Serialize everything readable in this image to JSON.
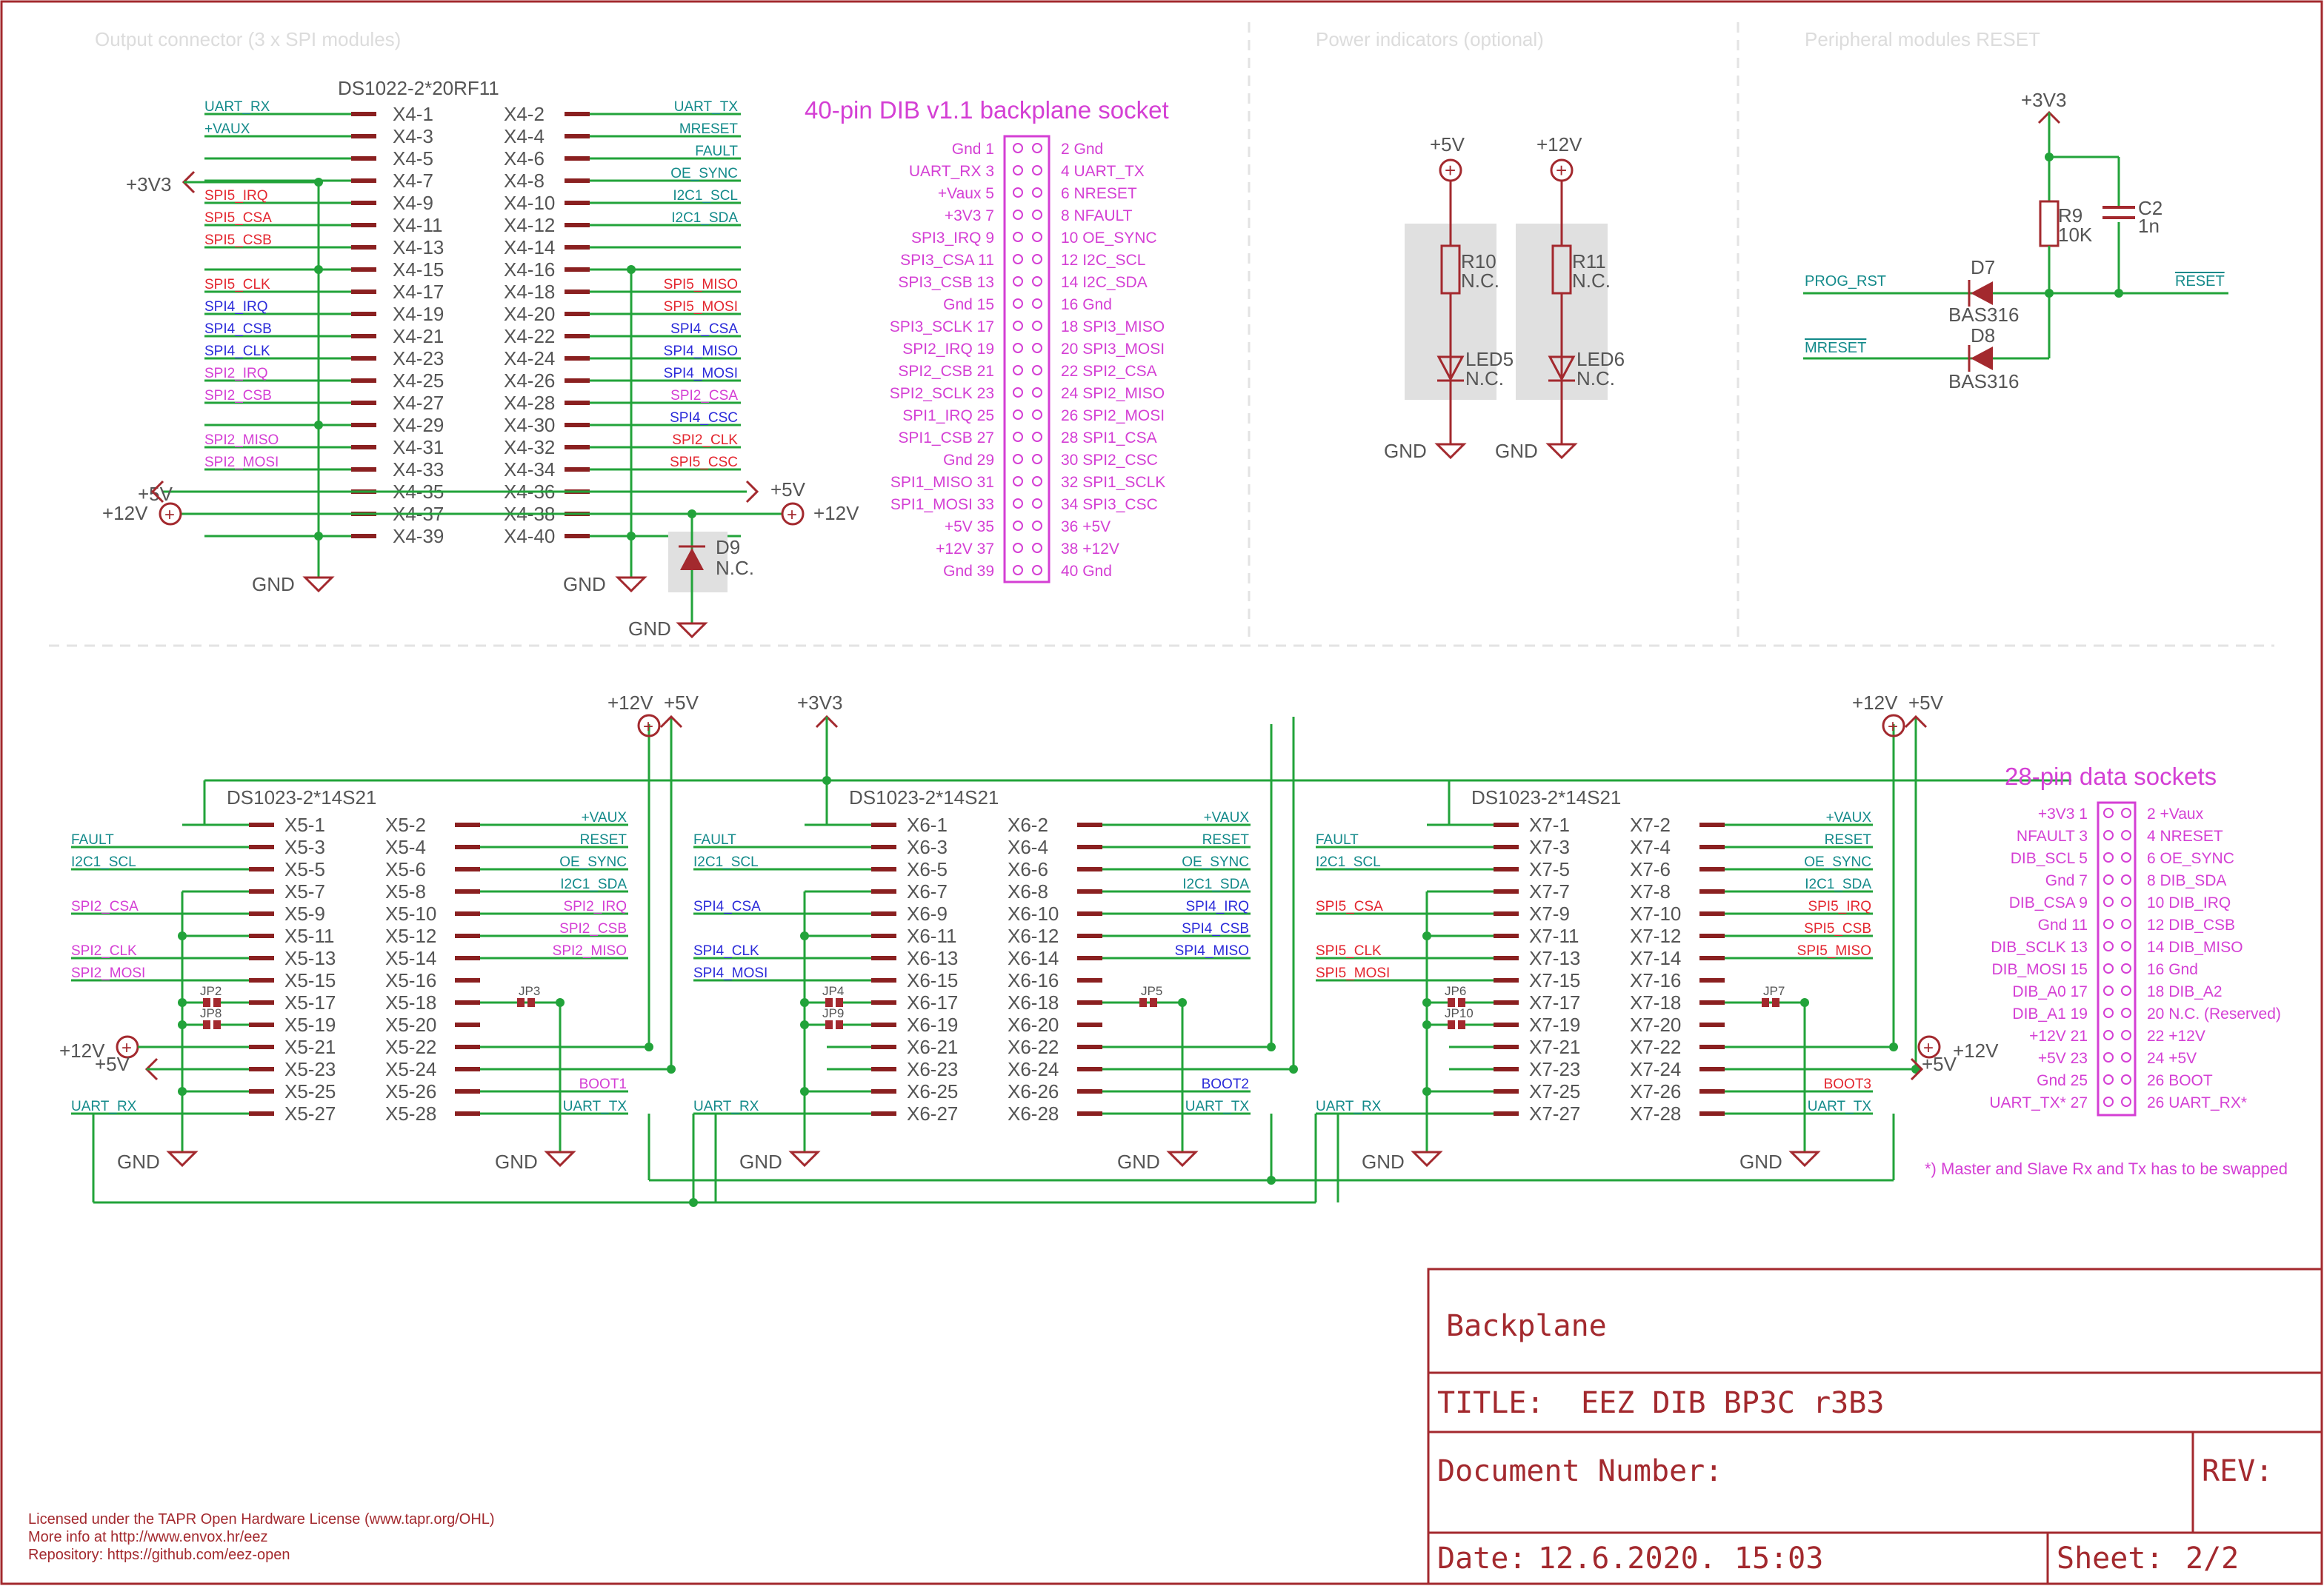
{
  "sections": {
    "output": "Output connector (3 x SPI modules)",
    "power": "Power indicators (optional)",
    "reset": "Peripheral modules RESET"
  },
  "x4": {
    "part": "DS1022-2*20RF11",
    "left_pins": [
      "X4-1",
      "X4-3",
      "X4-5",
      "X4-7",
      "X4-9",
      "X4-11",
      "X4-13",
      "X4-15",
      "X4-17",
      "X4-19",
      "X4-21",
      "X4-23",
      "X4-25",
      "X4-27",
      "X4-29",
      "X4-31",
      "X4-33",
      "X4-35",
      "X4-37",
      "X4-39"
    ],
    "right_pins": [
      "X4-2",
      "X4-4",
      "X4-6",
      "X4-8",
      "X4-10",
      "X4-12",
      "X4-14",
      "X4-16",
      "X4-18",
      "X4-20",
      "X4-22",
      "X4-24",
      "X4-26",
      "X4-28",
      "X4-30",
      "X4-32",
      "X4-34",
      "X4-36",
      "X4-38",
      "X4-40"
    ],
    "left_nets": [
      {
        "text": "UART_RX",
        "color": "#138a8a"
      },
      {
        "text": "+VAUX",
        "color": "#138a8a"
      },
      {
        "text": "",
        "color": ""
      },
      {
        "text": "",
        "color": ""
      },
      {
        "text": "SPI5_IRQ",
        "color": "#e3262f"
      },
      {
        "text": "SPI5_CSA",
        "color": "#e3262f"
      },
      {
        "text": "SPI5_CSB",
        "color": "#e3262f"
      },
      {
        "text": "",
        "color": ""
      },
      {
        "text": "SPI5_CLK",
        "color": "#e3262f"
      },
      {
        "text": "SPI4_IRQ",
        "color": "#2b2bd9"
      },
      {
        "text": "SPI4_CSB",
        "color": "#2b2bd9"
      },
      {
        "text": "SPI4_CLK",
        "color": "#2b2bd9"
      },
      {
        "text": "SPI2_IRQ",
        "color": "#d43fd4"
      },
      {
        "text": "SPI2_CSB",
        "color": "#d43fd4"
      },
      {
        "text": "",
        "color": ""
      },
      {
        "text": "SPI2_MISO",
        "color": "#d43fd4"
      },
      {
        "text": "SPI2_MOSI",
        "color": "#d43fd4"
      },
      {
        "text": "",
        "color": ""
      },
      {
        "text": "",
        "color": ""
      },
      {
        "text": "",
        "color": ""
      }
    ],
    "right_nets": [
      {
        "text": "UART_TX",
        "color": "#138a8a"
      },
      {
        "text": "MRESET",
        "color": "#138a8a"
      },
      {
        "text": "FAULT",
        "color": "#138a8a"
      },
      {
        "text": "OE_SYNC",
        "color": "#138a8a"
      },
      {
        "text": "I2C1_SCL",
        "color": "#138a8a"
      },
      {
        "text": "I2C1_SDA",
        "color": "#138a8a"
      },
      {
        "text": "",
        "color": ""
      },
      {
        "text": "",
        "color": ""
      },
      {
        "text": "SPI5_MISO",
        "color": "#e3262f"
      },
      {
        "text": "SPI5_MOSI",
        "color": "#e3262f"
      },
      {
        "text": "SPI4_CSA",
        "color": "#2b2bd9"
      },
      {
        "text": "SPI4_MISO",
        "color": "#2b2bd9"
      },
      {
        "text": "SPI4_MOSI",
        "color": "#2b2bd9"
      },
      {
        "text": "SPI2_CSA",
        "color": "#d43fd4"
      },
      {
        "text": "SPI4_CSC",
        "color": "#2b2bd9"
      },
      {
        "text": "SPI2_CLK",
        "color": "#e3262f"
      },
      {
        "text": "SPI5_CSC",
        "color": "#e3262f"
      },
      {
        "text": "",
        "color": ""
      },
      {
        "text": "",
        "color": ""
      },
      {
        "text": "",
        "color": ""
      }
    ],
    "p3v3": "+3V3",
    "p5v": "+5V",
    "p12v": "+12V",
    "p12v_r": "+12V",
    "p5v_r": "+5V",
    "gnd1": "GND",
    "gnd2": "GND",
    "gnd3": "GND",
    "d9": "D9",
    "d9_val": "N.C."
  },
  "dib40": {
    "title": "40-pin DIB v1.1 backplane socket",
    "left": [
      "Gnd 1",
      "UART_RX 3",
      "+Vaux 5",
      "+3V3 7",
      "SPI3_IRQ 9",
      "SPI3_CSA 11",
      "SPI3_CSB 13",
      "Gnd 15",
      "SPI3_SCLK 17",
      "SPI2_IRQ 19",
      "SPI2_CSB 21",
      "SPI2_SCLK 23",
      "SPI1_IRQ 25",
      "SPI1_CSB 27",
      "Gnd 29",
      "SPI1_MISO 31",
      "SPI1_MOSI 33",
      "+5V 35",
      "+12V 37",
      "Gnd 39"
    ],
    "right": [
      "2 Gnd",
      "4 UART_TX",
      "6 NRESET",
      "8 NFAULT",
      "10 OE_SYNC",
      "12 I2C_SCL",
      "14 I2C_SDA",
      "16 Gnd",
      "18 SPI3_MISO",
      "20 SPI3_MOSI",
      "22 SPI2_CSA",
      "24 SPI2_MISO",
      "26 SPI2_MOSI",
      "28 SPI1_CSA",
      "30 SPI2_CSC",
      "32 SPI1_SCLK",
      "34 SPI3_CSC",
      "36 +5V",
      "38 +12V",
      "40 Gnd"
    ]
  },
  "power": {
    "p5v": "+5V",
    "p12v": "+12V",
    "r10": "R10",
    "r10_val": "N.C.",
    "r11": "R11",
    "r11_val": "N.C.",
    "led5": "LED5",
    "led5_val": "N.C.",
    "led6": "LED6",
    "led6_val": "N.C.",
    "gnd1": "GND",
    "gnd2": "GND"
  },
  "reset": {
    "p3v3": "+3V3",
    "r9": "R9",
    "r9_val": "10K",
    "c2": "C2",
    "c2_val": "1n",
    "d7": "D7",
    "d7_val": "BAS316",
    "d8": "D8",
    "d8_val": "BAS316",
    "prog_rst": "PROG_RST",
    "mreset": "MRESET",
    "reset": "RESET"
  },
  "modules": [
    {
      "part": "DS1023-2*14S21",
      "left_pins": [
        "X5-1",
        "X5-3",
        "X5-5",
        "X5-7",
        "X5-9",
        "X5-11",
        "X5-13",
        "X5-15",
        "X5-17",
        "X5-19",
        "X5-21",
        "X5-23",
        "X5-25",
        "X5-27"
      ],
      "right_pins": [
        "X5-2",
        "X5-4",
        "X5-6",
        "X5-8",
        "X5-10",
        "X5-12",
        "X5-14",
        "X5-16",
        "X5-18",
        "X5-20",
        "X5-22",
        "X5-24",
        "X5-26",
        "X5-28"
      ],
      "left_nets": [
        {
          "text": "",
          "color": ""
        },
        {
          "text": "FAULT",
          "color": "#138a8a"
        },
        {
          "text": "I2C1_SCL",
          "color": "#138a8a"
        },
        {
          "text": "",
          "color": ""
        },
        {
          "text": "SPI2_CSA",
          "color": "#d43fd4"
        },
        {
          "text": "",
          "color": ""
        },
        {
          "text": "SPI2_CLK",
          "color": "#d43fd4"
        },
        {
          "text": "SPI2_MOSI",
          "color": "#d43fd4"
        },
        {
          "text": "",
          "color": ""
        },
        {
          "text": "",
          "color": ""
        },
        {
          "text": "",
          "color": ""
        },
        {
          "text": "",
          "color": ""
        },
        {
          "text": "",
          "color": ""
        },
        {
          "text": "UART_RX",
          "color": "#138a8a"
        }
      ],
      "right_nets": [
        {
          "text": "+VAUX",
          "color": "#138a8a"
        },
        {
          "text": "RESET",
          "color": "#138a8a"
        },
        {
          "text": "OE_SYNC",
          "color": "#138a8a"
        },
        {
          "text": "I2C1_SDA",
          "color": "#138a8a"
        },
        {
          "text": "SPI2_IRQ",
          "color": "#d43fd4"
        },
        {
          "text": "SPI2_CSB",
          "color": "#d43fd4"
        },
        {
          "text": "SPI2_MISO",
          "color": "#d43fd4"
        },
        {
          "text": "",
          "color": ""
        },
        {
          "text": "",
          "color": ""
        },
        {
          "text": "",
          "color": ""
        },
        {
          "text": "",
          "color": ""
        },
        {
          "text": "",
          "color": ""
        },
        {
          "text": "BOOT1",
          "color": "#d43fd4"
        },
        {
          "text": "UART_TX",
          "color": "#138a8a"
        }
      ],
      "jp_a": "JP2",
      "jp_b": "JP8",
      "jp_c": "JP3",
      "gnd_l": "GND",
      "gnd_r": "GND",
      "p12v": "+12V",
      "p5v": "+5V",
      "rail_12v": "+12V",
      "rail_5v": "+5V"
    },
    {
      "part": "DS1023-2*14S21",
      "left_pins": [
        "X6-1",
        "X6-3",
        "X6-5",
        "X6-7",
        "X6-9",
        "X6-11",
        "X6-13",
        "X6-15",
        "X6-17",
        "X6-19",
        "X6-21",
        "X6-23",
        "X6-25",
        "X6-27"
      ],
      "right_pins": [
        "X6-2",
        "X6-4",
        "X6-6",
        "X6-8",
        "X6-10",
        "X6-12",
        "X6-14",
        "X6-16",
        "X6-18",
        "X6-20",
        "X6-22",
        "X6-24",
        "X6-26",
        "X6-28"
      ],
      "left_nets": [
        {
          "text": "",
          "color": ""
        },
        {
          "text": "FAULT",
          "color": "#138a8a"
        },
        {
          "text": "I2C1_SCL",
          "color": "#138a8a"
        },
        {
          "text": "",
          "color": ""
        },
        {
          "text": "SPI4_CSA",
          "color": "#2b2bd9"
        },
        {
          "text": "",
          "color": ""
        },
        {
          "text": "SPI4_CLK",
          "color": "#2b2bd9"
        },
        {
          "text": "SPI4_MOSI",
          "color": "#2b2bd9"
        },
        {
          "text": "",
          "color": ""
        },
        {
          "text": "",
          "color": ""
        },
        {
          "text": "",
          "color": ""
        },
        {
          "text": "",
          "color": ""
        },
        {
          "text": "",
          "color": ""
        },
        {
          "text": "UART_RX",
          "color": "#138a8a"
        }
      ],
      "right_nets": [
        {
          "text": "+VAUX",
          "color": "#138a8a"
        },
        {
          "text": "RESET",
          "color": "#138a8a"
        },
        {
          "text": "OE_SYNC",
          "color": "#138a8a"
        },
        {
          "text": "I2C1_SDA",
          "color": "#138a8a"
        },
        {
          "text": "SPI4_IRQ",
          "color": "#2b2bd9"
        },
        {
          "text": "SPI4_CSB",
          "color": "#2b2bd9"
        },
        {
          "text": "SPI4_MISO",
          "color": "#2b2bd9"
        },
        {
          "text": "",
          "color": ""
        },
        {
          "text": "",
          "color": ""
        },
        {
          "text": "",
          "color": ""
        },
        {
          "text": "",
          "color": ""
        },
        {
          "text": "",
          "color": ""
        },
        {
          "text": "BOOT2",
          "color": "#2b2bd9"
        },
        {
          "text": "UART_TX",
          "color": "#138a8a"
        }
      ],
      "jp_a": "JP4",
      "jp_b": "JP9",
      "jp_c": "JP5",
      "gnd_l": "GND",
      "gnd_r": "GND",
      "p3v3": "+3V3"
    },
    {
      "part": "DS1023-2*14S21",
      "left_pins": [
        "X7-1",
        "X7-3",
        "X7-5",
        "X7-7",
        "X7-9",
        "X7-11",
        "X7-13",
        "X7-15",
        "X7-17",
        "X7-19",
        "X7-21",
        "X7-23",
        "X7-25",
        "X7-27"
      ],
      "right_pins": [
        "X7-2",
        "X7-4",
        "X7-6",
        "X7-8",
        "X7-10",
        "X7-12",
        "X7-14",
        "X7-16",
        "X7-18",
        "X7-20",
        "X7-22",
        "X7-24",
        "X7-26",
        "X7-28"
      ],
      "left_nets": [
        {
          "text": "",
          "color": ""
        },
        {
          "text": "FAULT",
          "color": "#138a8a"
        },
        {
          "text": "I2C1_SCL",
          "color": "#138a8a"
        },
        {
          "text": "",
          "color": ""
        },
        {
          "text": "SPI5_CSA",
          "color": "#e3262f"
        },
        {
          "text": "",
          "color": ""
        },
        {
          "text": "SPI5_CLK",
          "color": "#e3262f"
        },
        {
          "text": "SPI5_MOSI",
          "color": "#e3262f"
        },
        {
          "text": "",
          "color": ""
        },
        {
          "text": "",
          "color": ""
        },
        {
          "text": "",
          "color": ""
        },
        {
          "text": "",
          "color": ""
        },
        {
          "text": "",
          "color": ""
        },
        {
          "text": "UART_RX",
          "color": "#138a8a"
        }
      ],
      "right_nets": [
        {
          "text": "+VAUX",
          "color": "#138a8a"
        },
        {
          "text": "RESET",
          "color": "#138a8a"
        },
        {
          "text": "OE_SYNC",
          "color": "#138a8a"
        },
        {
          "text": "I2C1_SDA",
          "color": "#138a8a"
        },
        {
          "text": "SPI5_IRQ",
          "color": "#e3262f"
        },
        {
          "text": "SPI5_CSB",
          "color": "#e3262f"
        },
        {
          "text": "SPI5_MISO",
          "color": "#e3262f"
        },
        {
          "text": "",
          "color": ""
        },
        {
          "text": "",
          "color": ""
        },
        {
          "text": "",
          "color": ""
        },
        {
          "text": "",
          "color": ""
        },
        {
          "text": "",
          "color": ""
        },
        {
          "text": "BOOT3",
          "color": "#e3262f"
        },
        {
          "text": "UART_TX",
          "color": "#138a8a"
        }
      ],
      "jp_a": "JP6",
      "jp_b": "JP10",
      "jp_c": "JP7",
      "gnd_l": "GND",
      "gnd_r": "GND",
      "p12v": "+12V",
      "p5v": "+5V",
      "rail_12v": "+12V",
      "rail_5v": "+5V"
    }
  ],
  "dib28": {
    "title": "28-pin data sockets",
    "left": [
      "+3V3 1",
      "NFAULT 3",
      "DIB_SCL 5",
      "Gnd 7",
      "DIB_CSA 9",
      "Gnd 11",
      "DIB_SCLK 13",
      "DIB_MOSI 15",
      "DIB_A0 17",
      "DIB_A1 19",
      "+12V 21",
      "+5V 23",
      "Gnd 25",
      "UART_TX* 27"
    ],
    "right": [
      "2 +Vaux",
      "4 NRESET",
      "6 OE_SYNC",
      "8 DIB_SDA",
      "10 DIB_IRQ",
      "12 DIB_CSB",
      "14 DIB_MISO",
      "16 Gnd",
      "18 DIB_A2",
      "20 N.C. (Reserved)",
      "22 +12V",
      "24 +5V",
      "26 BOOT",
      "26 UART_RX*"
    ],
    "note": "*) Master and Slave Rx and Tx has to be swapped"
  },
  "license": {
    "line1": "Licensed under the TAPR Open Hardware License (www.tapr.org/OHL)",
    "line2": "More info at http://www.envox.hr/eez",
    "line3": "Repository: https://github.com/eez-open"
  },
  "title_block": {
    "name": "Backplane",
    "title_label": "TITLE:",
    "title_value": "EEZ DIB BP3C r3B3",
    "doc_label": "Document Number:",
    "rev_label": "REV:",
    "date_label": "Date:",
    "date_value": "12.6.2020. 15:03",
    "sheet_label": "Sheet:",
    "sheet_value": "2/2"
  },
  "colors": {
    "wire": "#22a33a",
    "part": "#a3292e",
    "magenta": "#d43fd4",
    "teal": "#138a8a",
    "red": "#e3262f",
    "blue": "#2b2bd9",
    "grey": "#cccccc",
    "pin": "#8a2020"
  }
}
